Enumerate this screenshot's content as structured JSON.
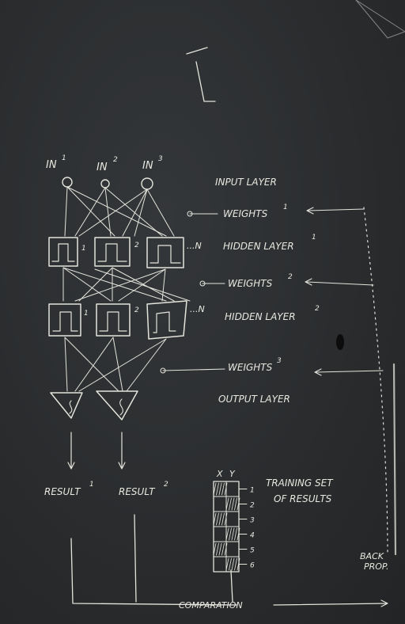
{
  "inputs": [
    "IN",
    "IN",
    "IN"
  ],
  "input_superscripts": [
    "1",
    "2",
    "3"
  ],
  "labels": {
    "input_layer": "INPUT LAYER",
    "weights1": "WEIGHTS",
    "weights1_sup": "1",
    "hidden1": "HIDDEN LAYER",
    "hidden1_sup": "1",
    "weights2": "WEIGHTS",
    "weights2_sup": "2",
    "hidden2": "HIDDEN LAYER",
    "hidden2_sup": "2",
    "weights3": "WEIGHTS",
    "weights3_sup": "3",
    "output_layer": "OUTPUT LAYER",
    "n1": "...N",
    "n2": "...N"
  },
  "neuron_indices_h1": [
    "1",
    "2"
  ],
  "neuron_indices_h2": [
    "1",
    "2"
  ],
  "results": [
    {
      "label": "RESULT",
      "sup": "1"
    },
    {
      "label": "RESULT",
      "sup": "2"
    }
  ],
  "training": {
    "title_line1": "TRAINING SET",
    "title_line2": "OF RESULTS",
    "col_x": "X",
    "col_y": "Y",
    "rows": [
      "1",
      "2",
      "3",
      "4",
      "5",
      "6"
    ]
  },
  "backprop_line1": "BACK",
  "backprop_line2": "PROP.",
  "comparison": "COMPARATION",
  "colors": {
    "chalk": "#e4e4dc",
    "board": "#2b2d2f"
  }
}
